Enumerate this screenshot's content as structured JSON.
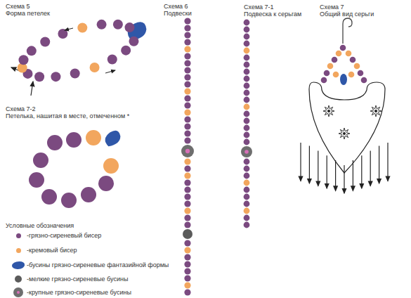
{
  "diagram": {
    "labels": [
      "Схема 5",
      "Форма петелек",
      "Схема 6",
      "Подвески",
      "Схема 7-1",
      "Подвеска к серьгам",
      "Схема 7",
      "Общий вид серьги",
      "Схема 7-2",
      "Петелька, нашитая в месте, отмеченном *",
      "Условные обозначения"
    ],
    "legend": [
      {
        "text": "-грязно-сиреневый бисер",
        "color": "#7b4a80"
      },
      {
        "text": "-кремовый бисер",
        "color": "#f2a65e"
      },
      {
        "text": "-бусины грязно-сиреневые фантазийной формы",
        "color": "#2f57a8"
      },
      {
        "text": "-мелкие грязно-сиреневые бусины",
        "color": "#5b5b5b"
      },
      {
        "text": "-крупные грязно-сиреневые бусины",
        "color": "#6e6e6e"
      }
    ]
  }
}
